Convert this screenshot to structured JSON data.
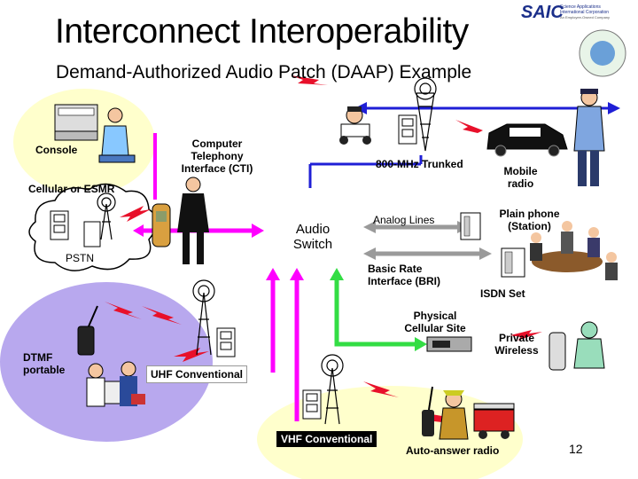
{
  "title": "Interconnect Interoperability",
  "subtitle": "Demand-Authorized Audio Patch (DAAP) Example",
  "logo": {
    "text": "SAIC",
    "line1": "Science Applications",
    "line2": "International Corporation",
    "tagline": "An Employee-Owned Company"
  },
  "labels": {
    "console": "Console",
    "cti": "Computer\nTelephony\nInterface (CTI)",
    "cellular": "Cellular or ESMR",
    "pstn": "PSTN",
    "audio_switch": "Audio\nSwitch",
    "trunked": "800-MHz Trunked",
    "mobile_radio": "Mobile\nradio",
    "analog_lines": "Analog Lines",
    "plain_phone": "Plain phone\n(Station)",
    "bri": "Basic Rate\nInterface (BRI)",
    "isdn_set": "ISDN Set",
    "cellular_site": "Physical\nCellular Site",
    "private_wireless": "Private\nWireless",
    "dtmf": "DTMF\nportable",
    "uhf": "UHF Conventional",
    "vhf": "VHF Conventional",
    "auto_answer": "Auto-answer radio"
  },
  "page_number": "12",
  "colors": {
    "link_magenta": "#ff00ff",
    "link_blue": "#1f1fd6",
    "link_green": "#33dd44",
    "link_gray": "#9a9a9a",
    "wireless_red": "#e8102a",
    "bubble_yellow": "#ffffcc",
    "bubble_purple": "#b8a8ee",
    "cloud": "#ffffff"
  }
}
